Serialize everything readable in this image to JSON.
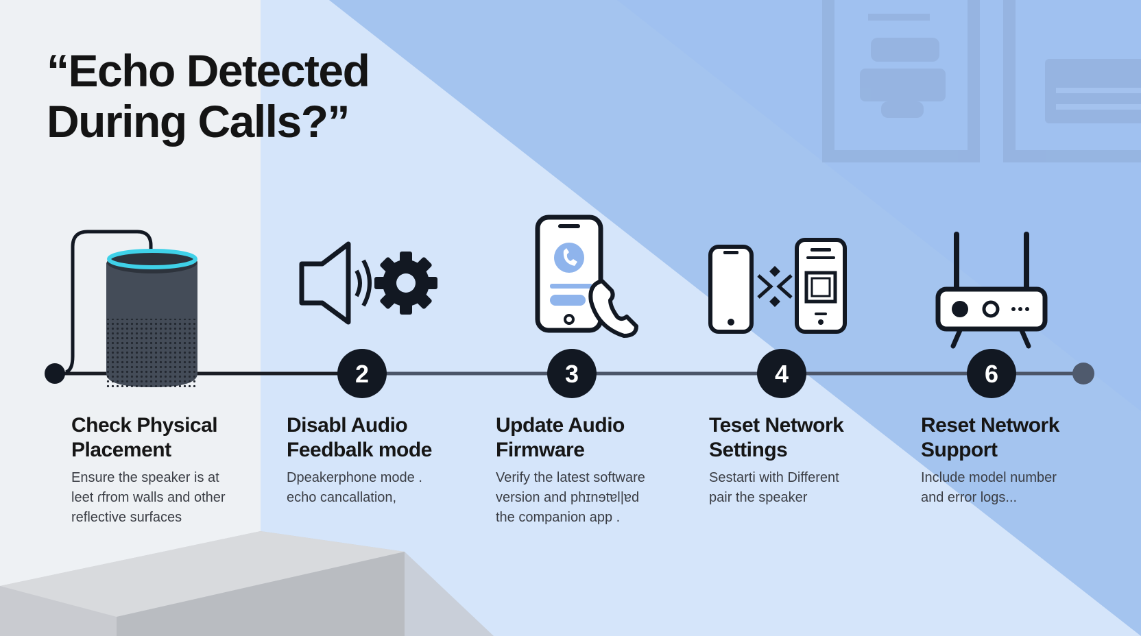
{
  "title": {
    "line1": "“Echo Detected",
    "line2": "During Calls?”"
  },
  "colors": {
    "accent_ring": "#3fd1e8",
    "ink": "#121822",
    "icon_fill": "#8fb4ec",
    "bg_left": "#eef1f4",
    "bg_blue": "#a6c6f0"
  },
  "steps": [
    {
      "icon": "smart-speaker-icon",
      "number": "",
      "title_lines": [
        "Check Physical",
        "Placement"
      ],
      "desc_lines": [
        "Ensure the speaker is at",
        "leet ɾfrom walls and other",
        "reflective surfaces"
      ]
    },
    {
      "icon": "speaker-gear-icon",
      "number": "2",
      "title_lines": [
        "Disabl Audio",
        "Feedbalk mode"
      ],
      "desc_lines": [
        "Dpeakerphone mode .",
        "echo cancallation,"
      ]
    },
    {
      "icon": "phone-call-icon",
      "number": "3",
      "title_lines": [
        "Update Audio",
        "Firmware"
      ],
      "desc_lines": [
        "Verify the latest software",
        "version and phɪnɘtɐl|ɐd",
        "the companion app ."
      ]
    },
    {
      "icon": "phone-pairing-icon",
      "number": "4",
      "title_lines": [
        "Teset Network",
        "Settings"
      ],
      "desc_lines": [
        "Sestarti with Different",
        "pair the speaker"
      ]
    },
    {
      "icon": "router-icon",
      "number": "6",
      "title_lines": [
        "Reset Network",
        "Support"
      ],
      "desc_lines": [
        "Include model number",
        "and error logs..."
      ]
    }
  ]
}
